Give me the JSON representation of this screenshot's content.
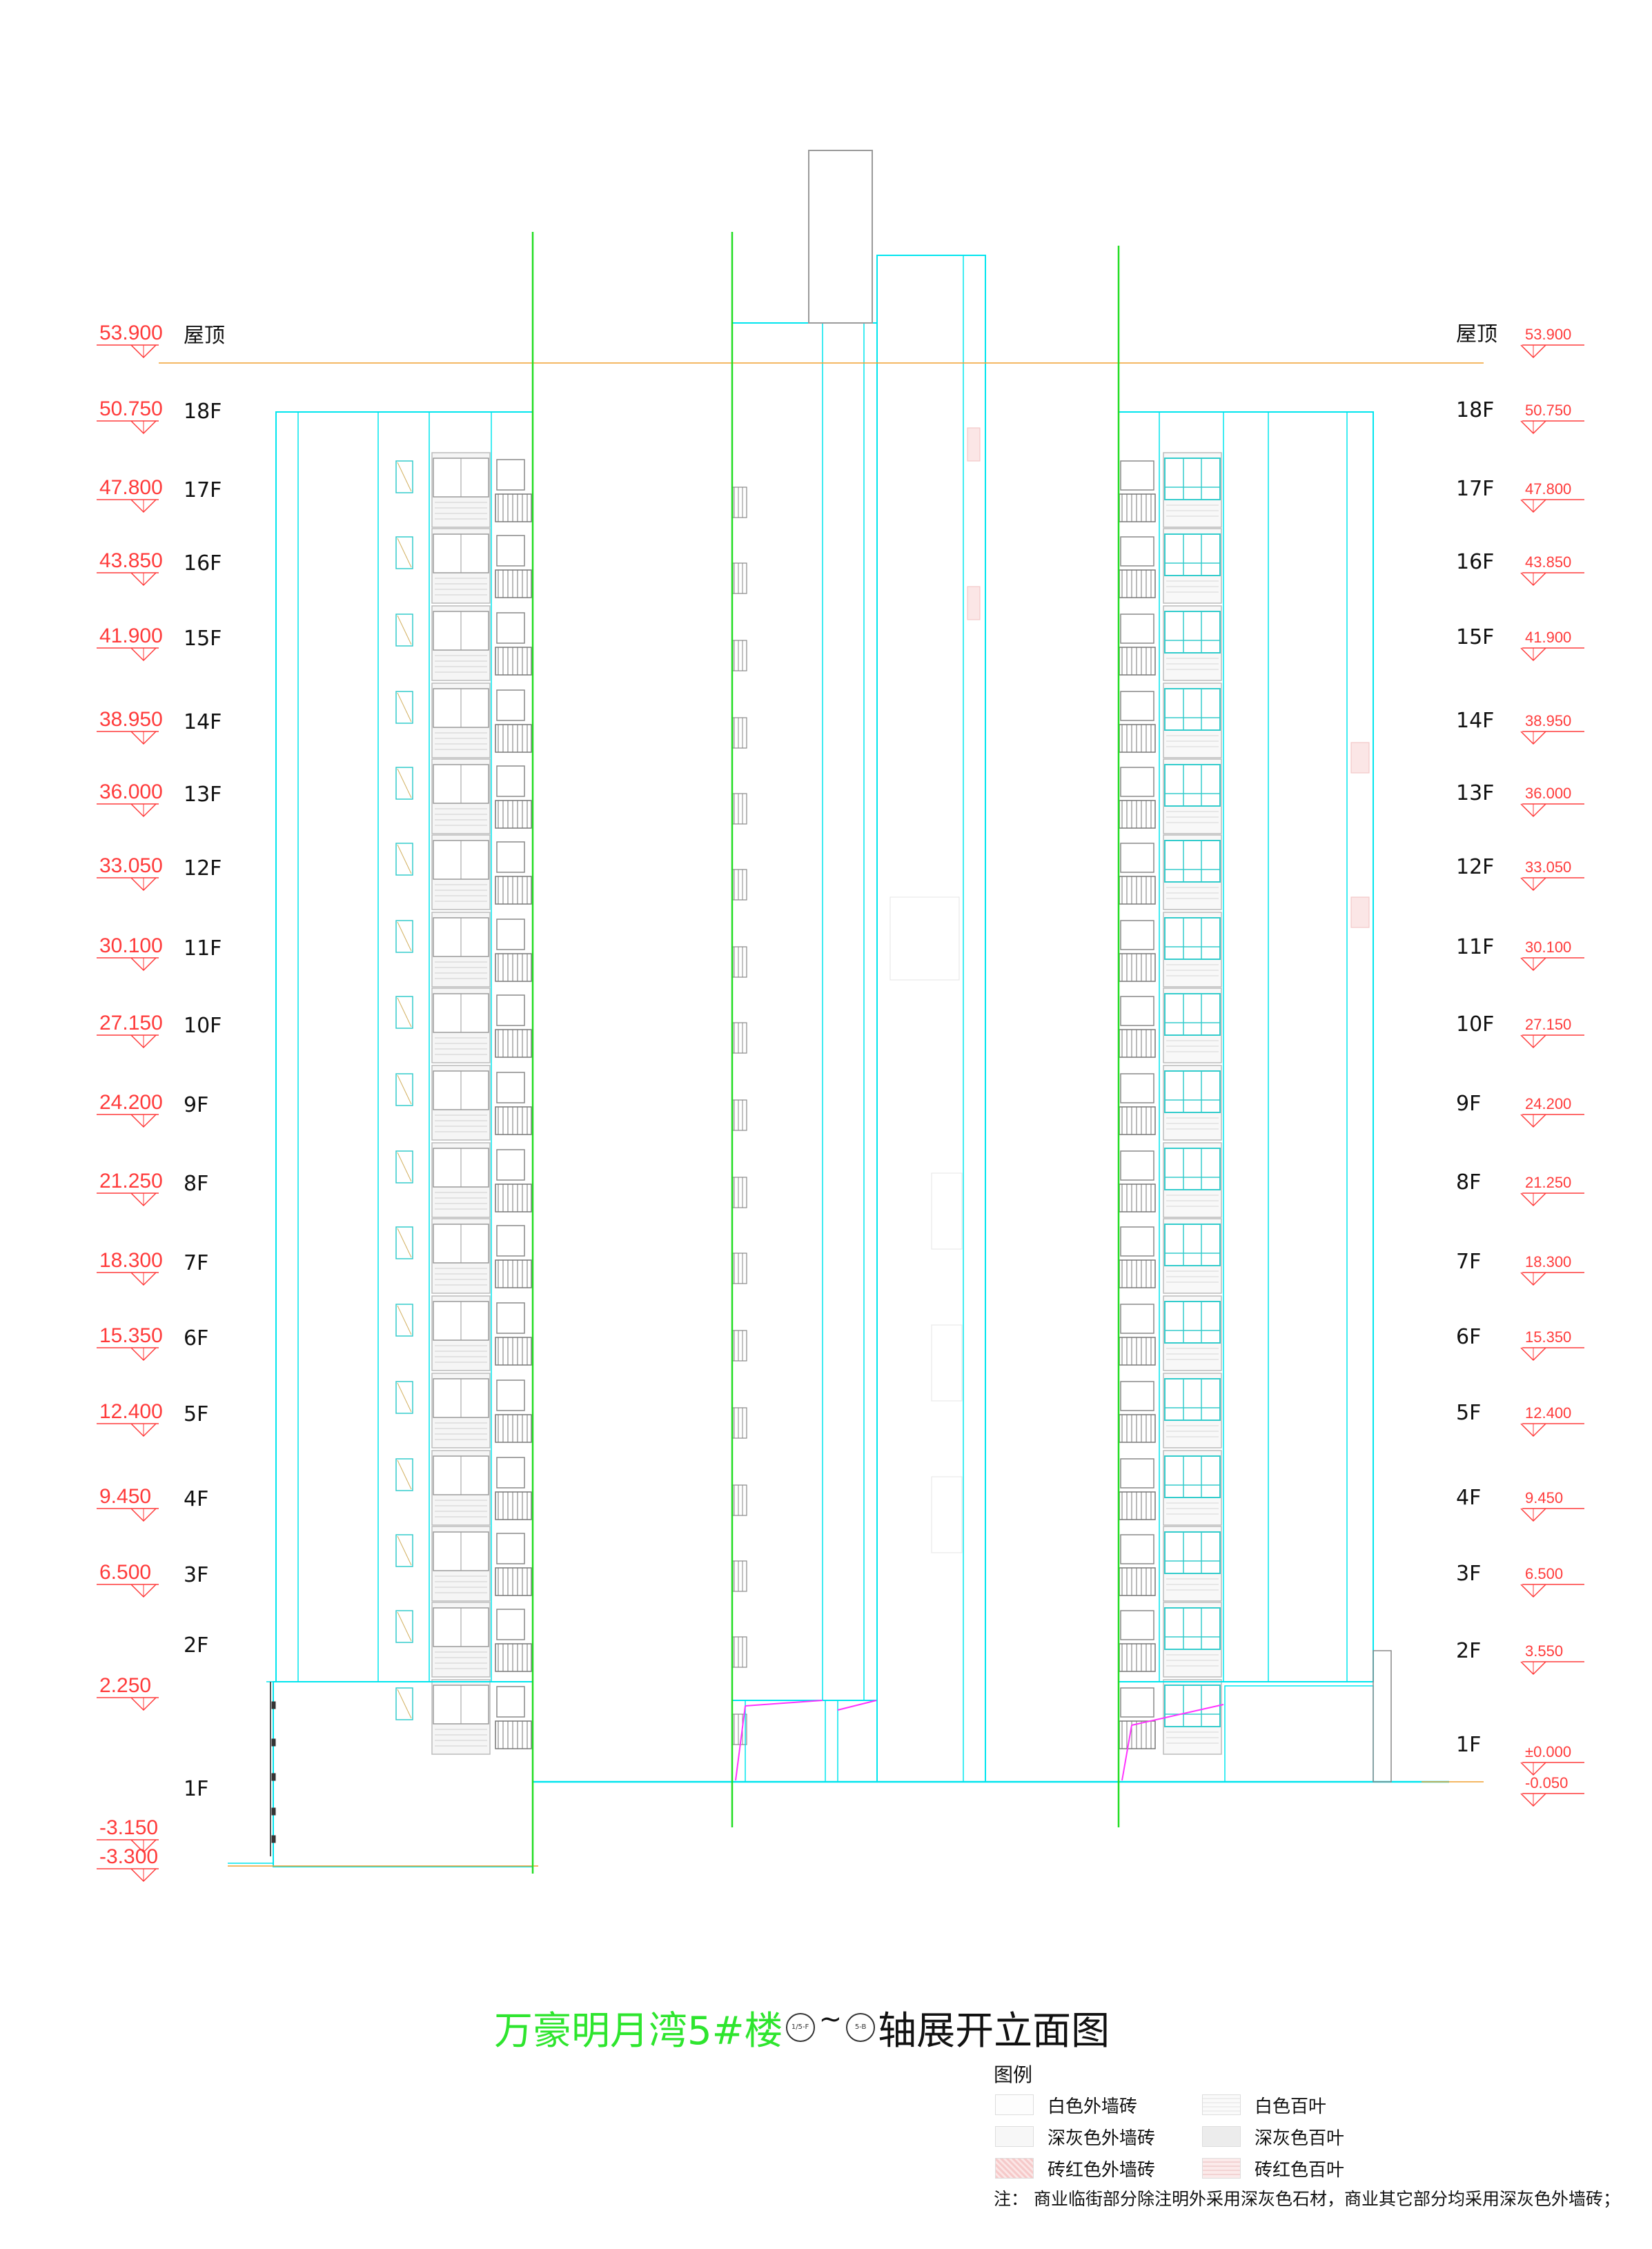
{
  "drawing": {
    "title_green": "万豪明月湾5#楼",
    "axis_start": "1/5-F",
    "axis_end": "5-B",
    "title_black": "轴展开立面图"
  },
  "levels_left": [
    {
      "elev": "53.900",
      "floor": "屋顶"
    },
    {
      "elev": "50.750",
      "floor": "18F"
    },
    {
      "elev": "47.800",
      "floor": "17F"
    },
    {
      "elev": "43.850",
      "floor": "16F"
    },
    {
      "elev": "41.900",
      "floor": "15F"
    },
    {
      "elev": "38.950",
      "floor": "14F"
    },
    {
      "elev": "36.000",
      "floor": "13F"
    },
    {
      "elev": "33.050",
      "floor": "12F"
    },
    {
      "elev": "30.100",
      "floor": "11F"
    },
    {
      "elev": "27.150",
      "floor": "10F"
    },
    {
      "elev": "24.200",
      "floor": "9F"
    },
    {
      "elev": "21.250",
      "floor": "8F"
    },
    {
      "elev": "18.300",
      "floor": "7F"
    },
    {
      "elev": "15.350",
      "floor": "6F"
    },
    {
      "elev": "12.400",
      "floor": "5F"
    },
    {
      "elev": "9.450",
      "floor": "4F"
    },
    {
      "elev": "6.500",
      "floor": "3F"
    },
    {
      "elev": "",
      "floor": "2F"
    },
    {
      "elev": "2.250",
      "floor": ""
    },
    {
      "elev": "",
      "floor": "1F"
    },
    {
      "elev": "-3.150",
      "floor": ""
    },
    {
      "elev": "-3.300",
      "floor": ""
    }
  ],
  "levels_right": [
    {
      "elev": "53.900",
      "floor": "屋顶"
    },
    {
      "elev": "50.750",
      "floor": "18F"
    },
    {
      "elev": "47.800",
      "floor": "17F"
    },
    {
      "elev": "43.850",
      "floor": "16F"
    },
    {
      "elev": "41.900",
      "floor": "15F"
    },
    {
      "elev": "38.950",
      "floor": "14F"
    },
    {
      "elev": "36.000",
      "floor": "13F"
    },
    {
      "elev": "33.050",
      "floor": "12F"
    },
    {
      "elev": "30.100",
      "floor": "11F"
    },
    {
      "elev": "27.150",
      "floor": "10F"
    },
    {
      "elev": "24.200",
      "floor": "9F"
    },
    {
      "elev": "21.250",
      "floor": "8F"
    },
    {
      "elev": "18.300",
      "floor": "7F"
    },
    {
      "elev": "15.350",
      "floor": "6F"
    },
    {
      "elev": "12.400",
      "floor": "5F"
    },
    {
      "elev": "9.450",
      "floor": "4F"
    },
    {
      "elev": "6.500",
      "floor": "3F"
    },
    {
      "elev": "3.550",
      "floor": "2F"
    },
    {
      "elev": "±0.000",
      "floor": "1F"
    },
    {
      "elev": "-0.050",
      "floor": ""
    }
  ],
  "legend": {
    "title": "图例",
    "items": [
      {
        "label": "白色外墙砖",
        "swatch": "white-brick"
      },
      {
        "label": "白色百叶",
        "swatch": "white-louver"
      },
      {
        "label": "深灰色外墙砖",
        "swatch": "grey-brick"
      },
      {
        "label": "深灰色百叶",
        "swatch": "grey-louver"
      },
      {
        "label": "砖红色外墙砖",
        "swatch": "red-brick"
      },
      {
        "label": "砖红色百叶",
        "swatch": "red-louver"
      }
    ],
    "note": "注：  商业临街部分除注明外采用深灰色石材，商业其它部分均采用深灰色外墙砖；"
  },
  "colors": {
    "elevation_red": "#ff3b3b",
    "datum_orange": "#f0a030",
    "axis_green": "#22dd22",
    "outline_cyan": "#00e5ee",
    "window_cyan": "#33cccc",
    "detail_grey": "#b8b8b8",
    "magenta": "#ff33ff"
  }
}
